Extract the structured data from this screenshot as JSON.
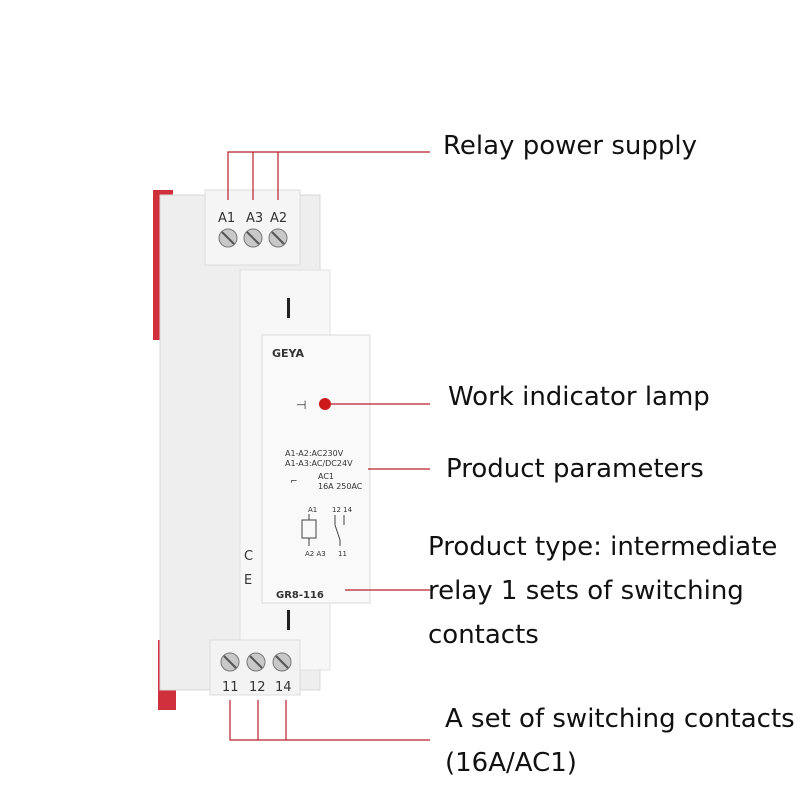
{
  "callouts": {
    "power_supply": "Relay power supply",
    "indicator_lamp": "Work indicator lamp",
    "parameters": "Product parameters",
    "type_line1": "Product type: intermediate",
    "type_line2": "relay 1 sets of switching",
    "type_line3": "contacts",
    "contacts_line1": "A set of switching contacts",
    "contacts_line2": "(16A/AC1)"
  },
  "device": {
    "brand": "GEYA",
    "model": "GR8-116",
    "top_terminals": [
      "A1",
      "A3",
      "A2"
    ],
    "bottom_terminals": [
      "11",
      "12",
      "14"
    ],
    "param_line1": "A1-A2:AC230V",
    "param_line2": "A1-A3:AC/DC24V",
    "param_line3": "AC1",
    "param_line4": "16A 250AC",
    "diagram_a1": "A1",
    "diagram_12_14": "12 14",
    "diagram_a2_a3": "A2  A3",
    "diagram_11": "11"
  },
  "colors": {
    "callout_line": "#b8202a",
    "housing": "#f3f3f3",
    "din_clip": "#d0303c",
    "indicator": "#cc1a1a"
  }
}
